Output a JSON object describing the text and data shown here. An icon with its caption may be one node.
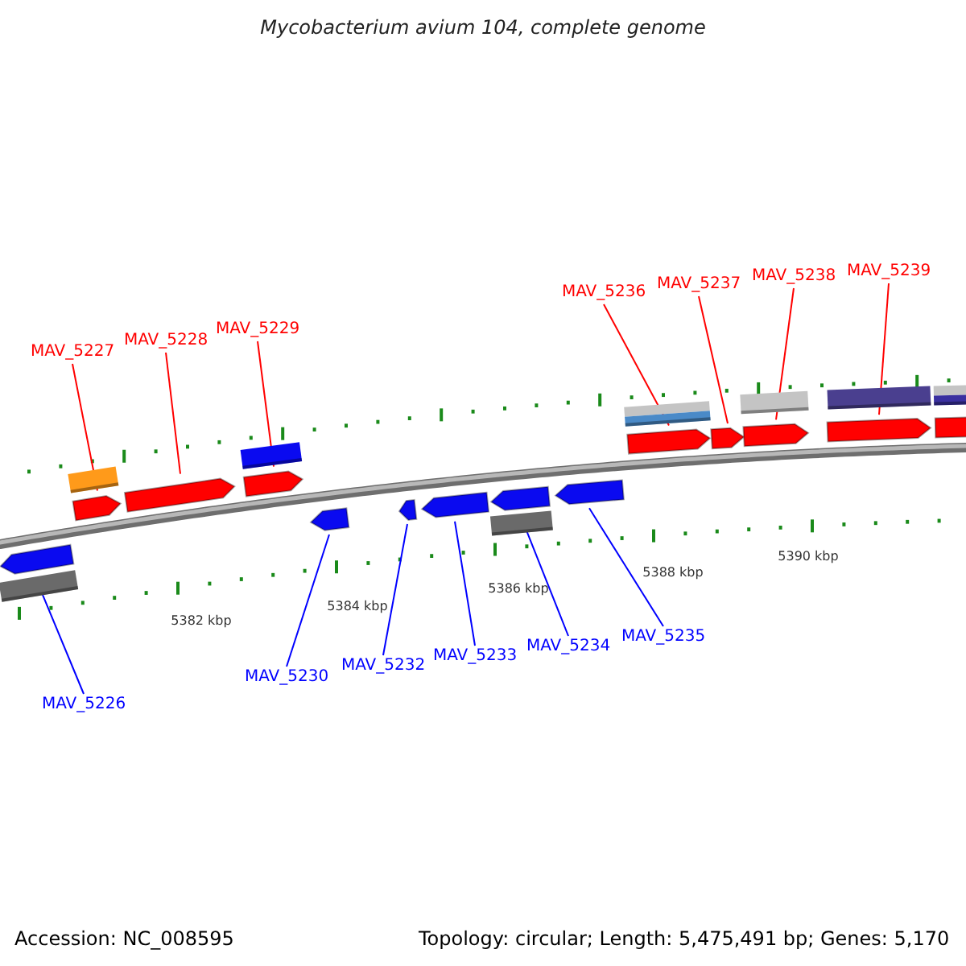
{
  "diagram": {
    "title": "Mycobacterium avium 104, complete genome",
    "nodes": [
      {
        "text": [
          "MAV_5227"
        ]
      },
      {
        "text": [
          "MAV_5228"
        ]
      },
      {
        "text": [
          "MAV_5229"
        ]
      },
      {
        "text": [
          "MAV_5236"
        ]
      },
      {
        "text": [
          "MAV_5237"
        ]
      },
      {
        "text": [
          "MAV_5238"
        ]
      },
      {
        "text": [
          "MAV_5239"
        ]
      },
      {
        "text": [
          "MAV_5226"
        ]
      },
      {
        "text": [
          "MAV_5230"
        ]
      },
      {
        "text": [
          "MAV_5232"
        ]
      },
      {
        "text": [
          "MAV_5233"
        ]
      },
      {
        "text": [
          "MAV_5234"
        ]
      },
      {
        "text": [
          "MAV_5235"
        ]
      },
      {
        "text": [],
        "shape": "arrow"
      },
      {
        "text": [],
        "shape": "arrow"
      },
      {
        "text": [],
        "shape": "arrow"
      },
      {
        "text": [],
        "shape": "arrow"
      },
      {
        "text": [],
        "shape": "arrow"
      },
      {
        "text": [],
        "shape": "arrow"
      },
      {
        "text": [],
        "shape": "arrow"
      },
      {
        "text": [],
        "shape": "arrow"
      },
      {
        "text": [],
        "shape": "arrow"
      },
      {
        "text": [],
        "shape": "arrow"
      },
      {
        "text": [],
        "shape": "arrow"
      },
      {
        "text": [],
        "shape": "arrow"
      },
      {
        "text": [],
        "shape": "arrow"
      },
      {
        "text": [],
        "shape": "arrow"
      },
      {
        "text": [],
        "shape": "bar"
      },
      {
        "text": [],
        "shape": "bar"
      },
      {
        "text": [],
        "shape": "bar"
      },
      {
        "text": [],
        "shape": "bar"
      },
      {
        "text": [],
        "shape": "bar"
      },
      {
        "text": [],
        "shape": "bar"
      },
      {
        "text": [],
        "shape": "bar"
      },
      {
        "text": [],
        "shape": "bar"
      }
    ],
    "edges": [
      {
        "from": 0,
        "to": 14,
        "arrow": "none"
      },
      {
        "from": 1,
        "to": 15,
        "arrow": "none"
      },
      {
        "from": 2,
        "to": 16,
        "arrow": "none"
      },
      {
        "from": 3,
        "to": 22,
        "arrow": "none"
      },
      {
        "from": 4,
        "to": 23,
        "arrow": "none"
      },
      {
        "from": 5,
        "to": 24,
        "arrow": "none"
      },
      {
        "from": 6,
        "to": 25,
        "arrow": "none"
      },
      {
        "from": 7,
        "to": 13,
        "arrow": "none",
        "color": "#0000ff"
      },
      {
        "from": 8,
        "to": 17,
        "arrow": "none",
        "color": "#0000ff"
      },
      {
        "from": 9,
        "to": 18,
        "arrow": "none",
        "color": "#0000ff"
      },
      {
        "from": 10,
        "to": 19,
        "arrow": "none",
        "color": "#0000ff"
      },
      {
        "from": 11,
        "to": 20,
        "arrow": "none",
        "color": "#0000ff"
      },
      {
        "from": 12,
        "to": 21,
        "arrow": "none",
        "color": "#0000ff"
      }
    ],
    "labels": [
      "5382 kbp",
      "5384 kbp",
      "5386 kbp",
      "5388 kbp",
      "5390 kbp",
      "Accession: NC_008595",
      "Topology: circular; Length: 5,475,491 bp; Genes: 5,170"
    ]
  }
}
